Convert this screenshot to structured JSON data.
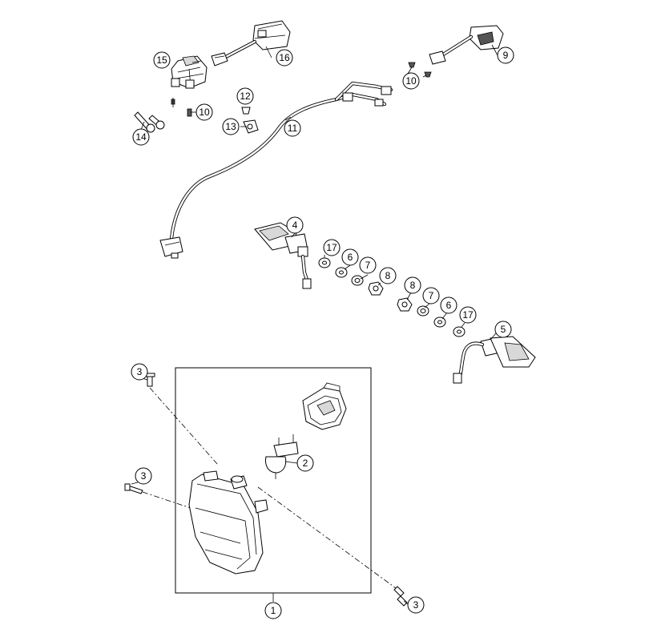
{
  "diagram": {
    "callouts": [
      {
        "key": "c15",
        "label": "15"
      },
      {
        "key": "c16",
        "label": "16"
      },
      {
        "key": "c10a",
        "label": "10"
      },
      {
        "key": "c12",
        "label": "12"
      },
      {
        "key": "c13",
        "label": "13"
      },
      {
        "key": "c14",
        "label": "14"
      },
      {
        "key": "c11",
        "label": "11"
      },
      {
        "key": "c9",
        "label": "9"
      },
      {
        "key": "c10b",
        "label": "10"
      },
      {
        "key": "c4",
        "label": "4"
      },
      {
        "key": "c17a",
        "label": "17"
      },
      {
        "key": "c6a",
        "label": "6"
      },
      {
        "key": "c7a",
        "label": "7"
      },
      {
        "key": "c8a",
        "label": "8"
      },
      {
        "key": "c8b",
        "label": "8"
      },
      {
        "key": "c7b",
        "label": "7"
      },
      {
        "key": "c6b",
        "label": "6"
      },
      {
        "key": "c17b",
        "label": "17"
      },
      {
        "key": "c5",
        "label": "5"
      },
      {
        "key": "c3a",
        "label": "3"
      },
      {
        "key": "c3b",
        "label": "3"
      },
      {
        "key": "c2",
        "label": "2"
      },
      {
        "key": "c3c",
        "label": "3"
      },
      {
        "key": "c1",
        "label": "1"
      }
    ]
  }
}
